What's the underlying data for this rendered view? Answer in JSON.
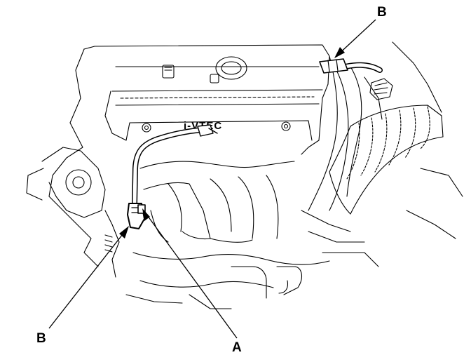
{
  "diagram": {
    "engine_cover_text": "i-VTEC",
    "callouts": {
      "hose_end_lower": "B",
      "hose_end_upper": "B",
      "hose": "A"
    }
  },
  "colors": {
    "line": "#000000",
    "background": "#ffffff"
  }
}
